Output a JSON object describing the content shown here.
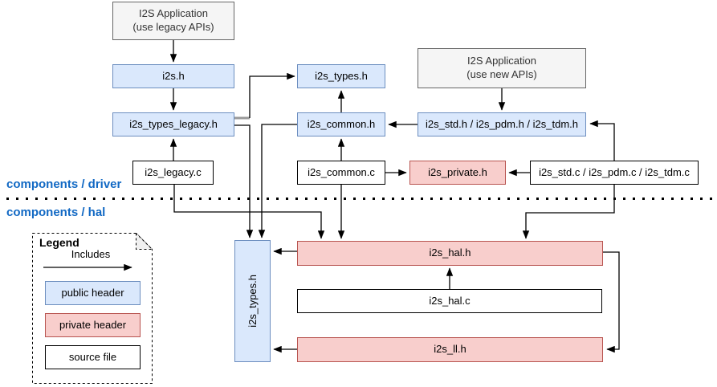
{
  "section_labels": {
    "driver": "components / driver",
    "hal": "components / hal"
  },
  "nodes": {
    "app_legacy": {
      "line1": "I2S Application",
      "line2": "(use legacy APIs)",
      "type": "application"
    },
    "i2s_h": {
      "label": "i2s.h",
      "type": "public header"
    },
    "i2s_types_legacy_h": {
      "label": "i2s_types_legacy.h",
      "type": "public header"
    },
    "i2s_legacy_c": {
      "label": "i2s_legacy.c",
      "type": "source file"
    },
    "i2s_types_h": {
      "label": "i2s_types.h",
      "type": "public header"
    },
    "i2s_common_h": {
      "label": "i2s_common.h",
      "type": "public header"
    },
    "i2s_common_c": {
      "label": "i2s_common.c",
      "type": "source file"
    },
    "app_new": {
      "line1": "I2S Application",
      "line2": "(use new APIs)",
      "type": "application"
    },
    "i2s_std_pdm_tdm_h": {
      "label": "i2s_std.h / i2s_pdm.h / i2s_tdm.h",
      "type": "public header"
    },
    "i2s_private_h": {
      "label": "i2s_private.h",
      "type": "private header"
    },
    "i2s_std_pdm_tdm_c": {
      "label": "i2s_std.c / i2s_pdm.c / i2s_tdm.c",
      "type": "source file"
    },
    "hal_i2s_types_h": {
      "label": "i2s_types.h",
      "type": "public header"
    },
    "i2s_hal_h": {
      "label": "i2s_hal.h",
      "type": "private header"
    },
    "i2s_hal_c": {
      "label": "i2s_hal.c",
      "type": "source file"
    },
    "i2s_ll_h": {
      "label": "i2s_ll.h",
      "type": "private header"
    }
  },
  "edges": [
    {
      "from": "app_legacy",
      "to": "i2s_h"
    },
    {
      "from": "i2s_h",
      "to": "i2s_types_legacy_h"
    },
    {
      "from": "i2s_legacy_c",
      "to": "i2s_types_legacy_h"
    },
    {
      "from": "i2s_types_legacy_h",
      "to": "i2s_types_h"
    },
    {
      "from": "i2s_types_legacy_h",
      "to": "hal_i2s_types_h"
    },
    {
      "from": "i2s_common_h",
      "to": "i2s_types_h"
    },
    {
      "from": "i2s_common_h",
      "to": "hal_i2s_types_h"
    },
    {
      "from": "i2s_common_c",
      "to": "i2s_common_h"
    },
    {
      "from": "i2s_common_c",
      "to": "i2s_private_h"
    },
    {
      "from": "i2s_common_c",
      "to": "i2s_hal_h"
    },
    {
      "from": "app_new",
      "to": "i2s_std_pdm_tdm_h"
    },
    {
      "from": "i2s_std_pdm_tdm_h",
      "to": "i2s_common_h"
    },
    {
      "from": "i2s_std_pdm_tdm_c",
      "to": "i2s_std_pdm_tdm_h"
    },
    {
      "from": "i2s_std_pdm_tdm_c",
      "to": "i2s_private_h"
    },
    {
      "from": "i2s_std_pdm_tdm_c",
      "to": "i2s_hal_h"
    },
    {
      "from": "i2s_legacy_c",
      "to": "i2s_hal_h"
    },
    {
      "from": "i2s_hal_h",
      "to": "hal_i2s_types_h"
    },
    {
      "from": "i2s_hal_h",
      "to": "i2s_ll_h"
    },
    {
      "from": "i2s_hal_c",
      "to": "i2s_hal_h"
    },
    {
      "from": "i2s_ll_h",
      "to": "hal_i2s_types_h"
    }
  ],
  "legend": {
    "title": "Legend",
    "arrow_label": "Includes",
    "items": [
      {
        "label": "public header",
        "style": "public"
      },
      {
        "label": "private header",
        "style": "private"
      },
      {
        "label": "source file",
        "style": "source"
      }
    ]
  },
  "colors": {
    "public_header_fill": "#dae8fc",
    "public_header_border": "#6c8ebf",
    "private_header_fill": "#f8cecc",
    "private_header_border": "#b85450",
    "application_fill": "#f5f5f5",
    "application_border": "#666666",
    "source_file_fill": "#ffffff",
    "source_file_border": "#000000",
    "section_label_text": "#1269c4",
    "edge_color": "#000000",
    "gray_connector": "#999999"
  }
}
